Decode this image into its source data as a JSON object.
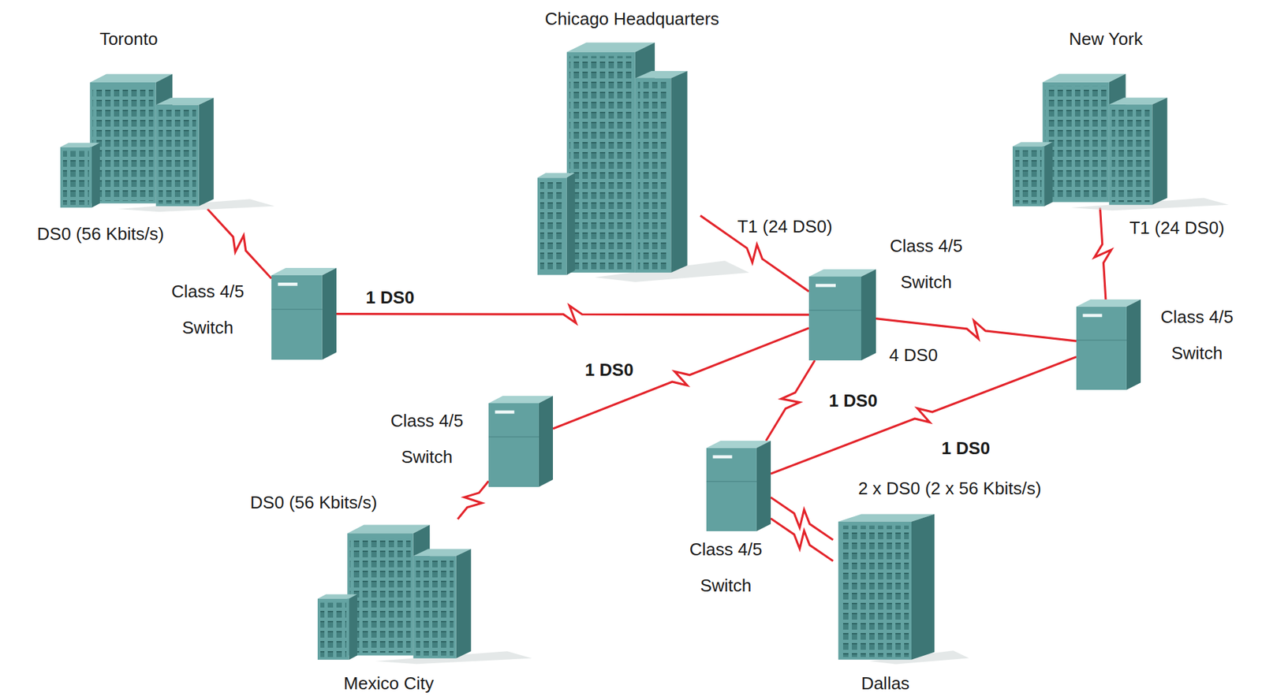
{
  "diagram": {
    "nodes": [
      {
        "text": [
          "Toronto"
        ]
      },
      {
        "text": [
          "Chicago Headquarters"
        ]
      },
      {
        "text": [
          "New York"
        ]
      },
      {
        "text": [
          "Class 4/5 Switch"
        ]
      },
      {
        "text": [
          "Class 4/5 Switch"
        ]
      },
      {
        "text": [
          "Class 4/5 Switch"
        ]
      },
      {
        "text": [
          "Class 4/5 Switch"
        ]
      },
      {
        "text": [
          "Class 4/5 Switch"
        ]
      },
      {
        "text": [
          "Mexico City"
        ]
      },
      {
        "text": [
          "Dallas"
        ]
      }
    ],
    "edges": [
      {
        "from": 0,
        "to": 3,
        "arrow": "none",
        "label": "DS0 (56 Kbits/s)"
      },
      {
        "from": 1,
        "to": 4,
        "arrow": "none",
        "label": "T1 (24 DS0)"
      },
      {
        "from": 2,
        "to": 5,
        "arrow": "none",
        "label": "T1 (24 DS0)"
      },
      {
        "from": 3,
        "to": 4,
        "arrow": "none",
        "label": "1 DS0"
      },
      {
        "from": 4,
        "to": 5,
        "arrow": "none",
        "label": "4 DS0"
      },
      {
        "from": 6,
        "to": 4,
        "arrow": "none",
        "label": "1 DS0"
      },
      {
        "from": 4,
        "to": 7,
        "arrow": "none",
        "label": "1 DS0"
      },
      {
        "from": 7,
        "to": 5,
        "arrow": "none",
        "label": "1 DS0"
      },
      {
        "from": 8,
        "to": 6,
        "arrow": "none",
        "label": "DS0 (56 Kbits/s)"
      },
      {
        "from": 9,
        "to": 7,
        "arrow": "none",
        "label": "2 x DS0 (2 x 56 Kbits/s)"
      },
      {
        "from": 9,
        "to": 7,
        "arrow": "none"
      }
    ]
  }
}
